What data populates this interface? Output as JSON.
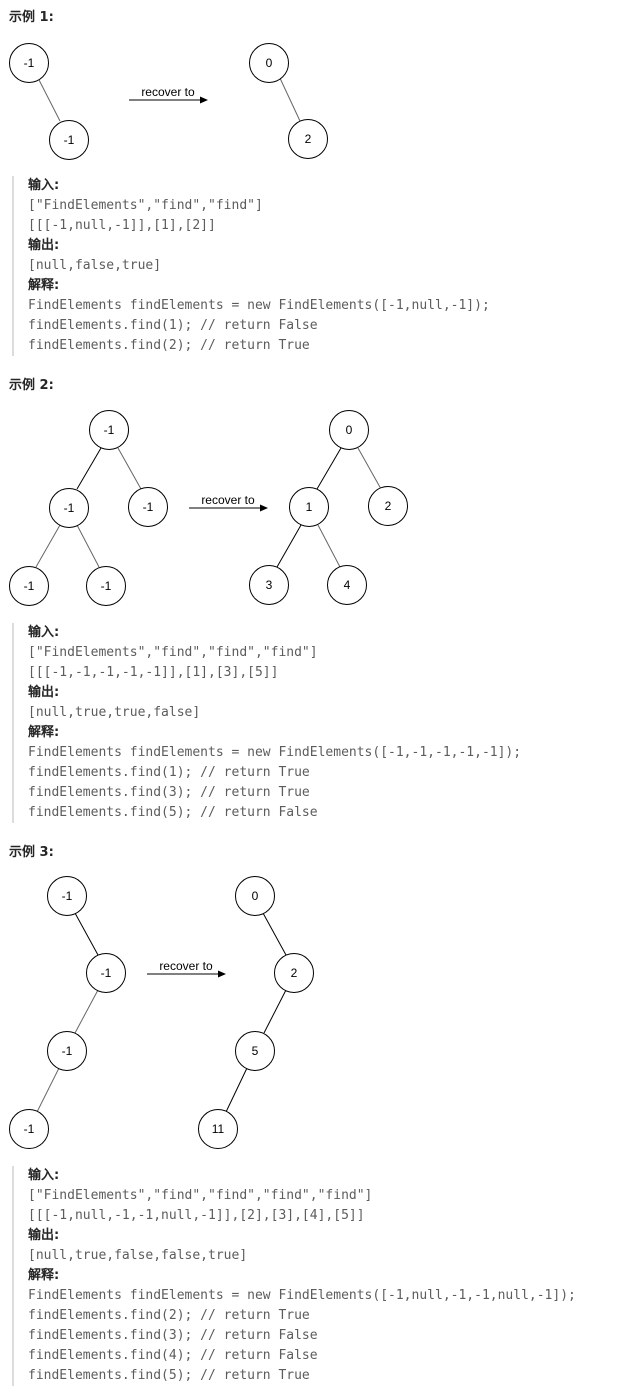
{
  "examples": [
    {
      "title": "示例 1:",
      "recover_label": "recover to",
      "tree_before": [
        "-1",
        "-1"
      ],
      "tree_after": [
        "0",
        "2"
      ],
      "input_label": "输入:",
      "input_lines": [
        "[\"FindElements\",\"find\",\"find\"]",
        "[[[-1,null,-1]],[1],[2]]"
      ],
      "output_label": "输出:",
      "output_lines": [
        "[null,false,true]"
      ],
      "explain_label": "解释:",
      "explain_lines": [
        "FindElements findElements = new FindElements([-1,null,-1]);",
        "findElements.find(1); // return False",
        "findElements.find(2); // return True"
      ]
    },
    {
      "title": "示例 2:",
      "recover_label": "recover to",
      "tree_before": [
        "-1",
        "-1",
        "-1",
        "-1",
        "-1"
      ],
      "tree_after": [
        "0",
        "1",
        "2",
        "3",
        "4"
      ],
      "input_label": "输入:",
      "input_lines": [
        "[\"FindElements\",\"find\",\"find\",\"find\"]",
        "[[[-1,-1,-1,-1,-1]],[1],[3],[5]]"
      ],
      "output_label": "输出:",
      "output_lines": [
        "[null,true,true,false]"
      ],
      "explain_label": "解释:",
      "explain_lines": [
        "FindElements findElements = new FindElements([-1,-1,-1,-1,-1]);",
        "findElements.find(1); // return True",
        "findElements.find(3); // return True",
        "findElements.find(5); // return False"
      ]
    },
    {
      "title": "示例 3:",
      "recover_label": "recover to",
      "tree_before": [
        "-1",
        "-1",
        "-1",
        "-1"
      ],
      "tree_after": [
        "0",
        "2",
        "5",
        "11"
      ],
      "input_label": "输入:",
      "input_lines": [
        "[\"FindElements\",\"find\",\"find\",\"find\",\"find\"]",
        "[[[-1,null,-1,-1,null,-1]],[2],[3],[4],[5]]"
      ],
      "output_label": "输出:",
      "output_lines": [
        "[null,true,false,false,true]"
      ],
      "explain_label": "解释:",
      "explain_lines": [
        "FindElements findElements = new FindElements([-1,null,-1,-1,null,-1]);",
        "findElements.find(2); // return True",
        "findElements.find(3); // return False",
        "findElements.find(4); // return False",
        "findElements.find(5); // return True"
      ]
    }
  ]
}
